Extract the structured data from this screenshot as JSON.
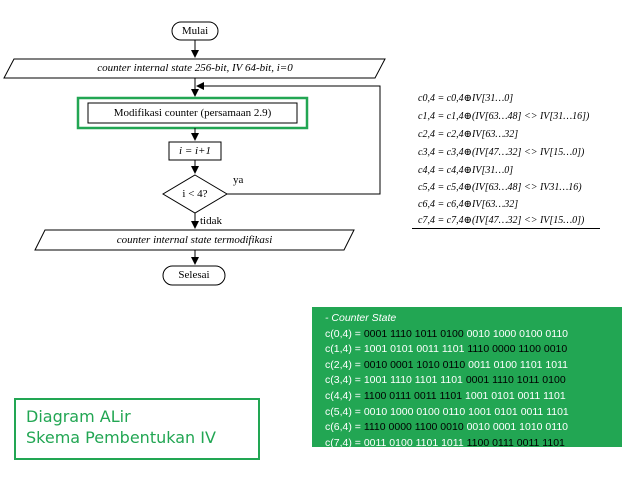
{
  "flowchart": {
    "start": "Mulai",
    "input": "counter internal state 256-bit, IV 64-bit, i=0",
    "process": "Modifikasi counter (persamaan 2.9)",
    "increment": "i = i+1",
    "decision": "i < 4?",
    "yes_label": "ya",
    "no_label": "tidak",
    "output": "counter internal state termodifikasi",
    "end": "Selesai"
  },
  "equations": [
    "c0,4 = c0,4⊕IV[31…0]",
    "c1,4 = c1,4⊕(IV[63…48] <> IV[31…16])",
    "c2,4 = c2,4⊕IV[63…32]",
    "c3,4 = c3,4⊕(IV[47…32] <> IV[15…0])",
    "c4,4 = c4,4⊕IV[31…0]",
    "c5,4 = c5,4⊕(IV[63…48] <> IV31…16)",
    "c6,4 = c6,4⊕IV[63…32]",
    "c7,4 = c7,4⊕(IV[47…32] <> IV[15…0])"
  ],
  "counter_state": {
    "title": "- Counter State",
    "rows": [
      {
        "label": "c(0,4) = ",
        "a": "0001 1110 1011 0100",
        "b": "0010 1000 0100 0110",
        "hl": "a"
      },
      {
        "label": "c(1,4) = ",
        "a": "1001 0101 0011 1101",
        "b": "1110 0000 1100 0010",
        "hl": "b"
      },
      {
        "label": "c(2,4) = ",
        "a": "0010 0001 1010 0110",
        "b": "0011 0100 1101 1011",
        "hl": "a"
      },
      {
        "label": "c(3,4) = ",
        "a": "1001 1110 1101 1101",
        "b": "0001 1110 1011 0100",
        "hl": "b"
      },
      {
        "label": "c(4,4) = ",
        "a": "1100 0111 0011 1101",
        "b": "1001 0101 0011 1101",
        "hl": "a"
      },
      {
        "label": "c(5,4) = ",
        "a": "0010 1000 0100 0110",
        "b": "1001 0101 0011 1101",
        "hl": "none"
      },
      {
        "label": "c(6,4) = ",
        "a": "1110 0000 1100 0010",
        "b": "0010 0001 1010 0110",
        "hl": "a"
      },
      {
        "label": "c(7,4) = ",
        "a": "0011 0100 1101 1011",
        "b": "1100 0111 0011 1101",
        "hl": "b"
      }
    ]
  },
  "caption": {
    "line1": "Diagram ALir",
    "line2": "Skema Pembentukan IV"
  },
  "colors": {
    "accent": "#22a653"
  }
}
